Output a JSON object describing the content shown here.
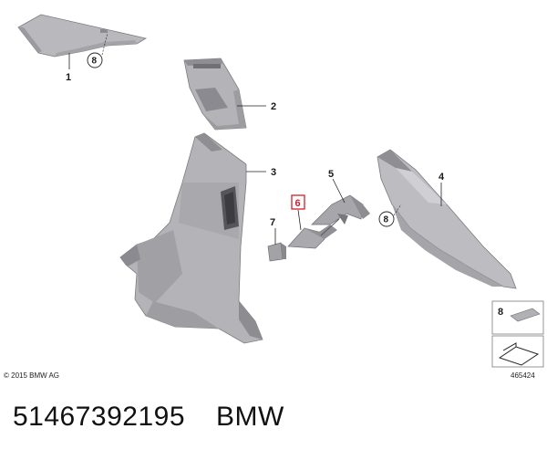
{
  "diagram": {
    "callouts": [
      "1",
      "2",
      "3",
      "4",
      "5",
      "6",
      "7"
    ],
    "circle_refs": [
      "8",
      "8"
    ],
    "highlighted_callout": "6",
    "legend_box": {
      "number": "8"
    },
    "copyright": "© 2015 BMW AG",
    "figure_id": "465424",
    "colors": {
      "part_fill": "#b4b4b8",
      "part_dark": "#8e8e93",
      "highlight": "#d0202a"
    }
  },
  "caption": {
    "part_number": "51467392195",
    "brand": "BMW"
  }
}
